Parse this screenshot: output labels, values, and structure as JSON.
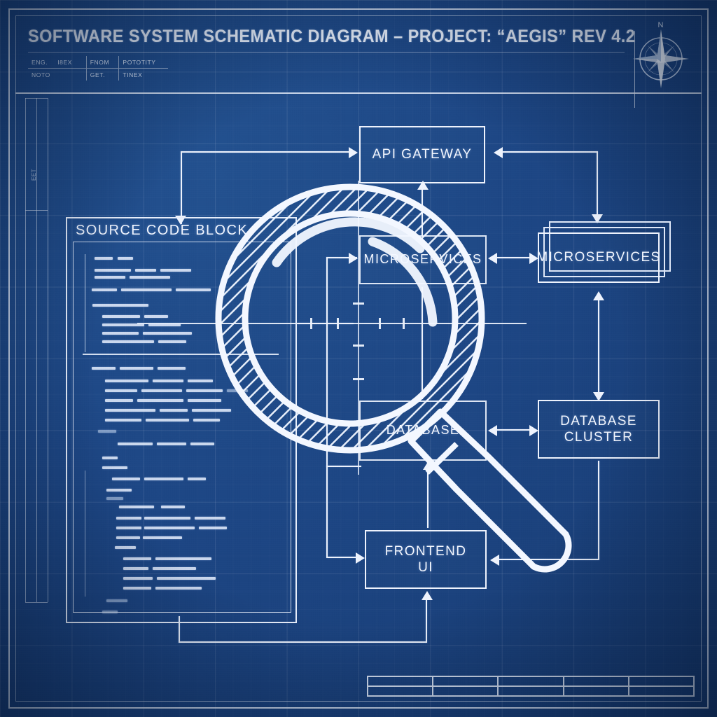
{
  "sheet": {
    "title": "SOFTWARE SYSTEM SCHEMATIC DIAGRAM – PROJECT: “AEGIS” REV 4.2",
    "colors": {
      "paper": "#1d4684",
      "ink": "#eef3fd",
      "grid": "rgba(255,255,255,0.085)"
    }
  },
  "titleblock": {
    "meta_rows": [
      {
        "key": "ENG.",
        "key2": "I8EX",
        "mid": "FNOM",
        "right": "POTOTITY"
      },
      {
        "key": "NOTO",
        "key2": "",
        "mid": "GET.",
        "right": "TINEX"
      }
    ],
    "compass": {
      "north_label": "N",
      "icon": "compass-rose-icon"
    },
    "margin_tag": "EET"
  },
  "diagram": {
    "nodes": [
      {
        "id": "api-gateway",
        "label": "API GATEWAY"
      },
      {
        "id": "microservices",
        "label": "MICROSERVICES"
      },
      {
        "id": "database-cluster",
        "label": "DATABASE\nCLUSTER",
        "line1": "DATABASE",
        "line2": "CLUSTER"
      },
      {
        "id": "frontend-ui",
        "label": "FRONTEND\nUI",
        "line1": "FRONTEND",
        "line2": "UI"
      },
      {
        "id": "center-microservices",
        "label": "MICROSERVICES"
      },
      {
        "id": "center-database",
        "label": "DATABASE"
      }
    ],
    "code_block": {
      "label": "SOURCE CODE BLOCK"
    },
    "magnifier": {
      "icon": "magnifying-glass-icon"
    }
  },
  "bottomblock": {
    "cells": [
      "",
      "",
      "",
      "",
      ""
    ]
  }
}
